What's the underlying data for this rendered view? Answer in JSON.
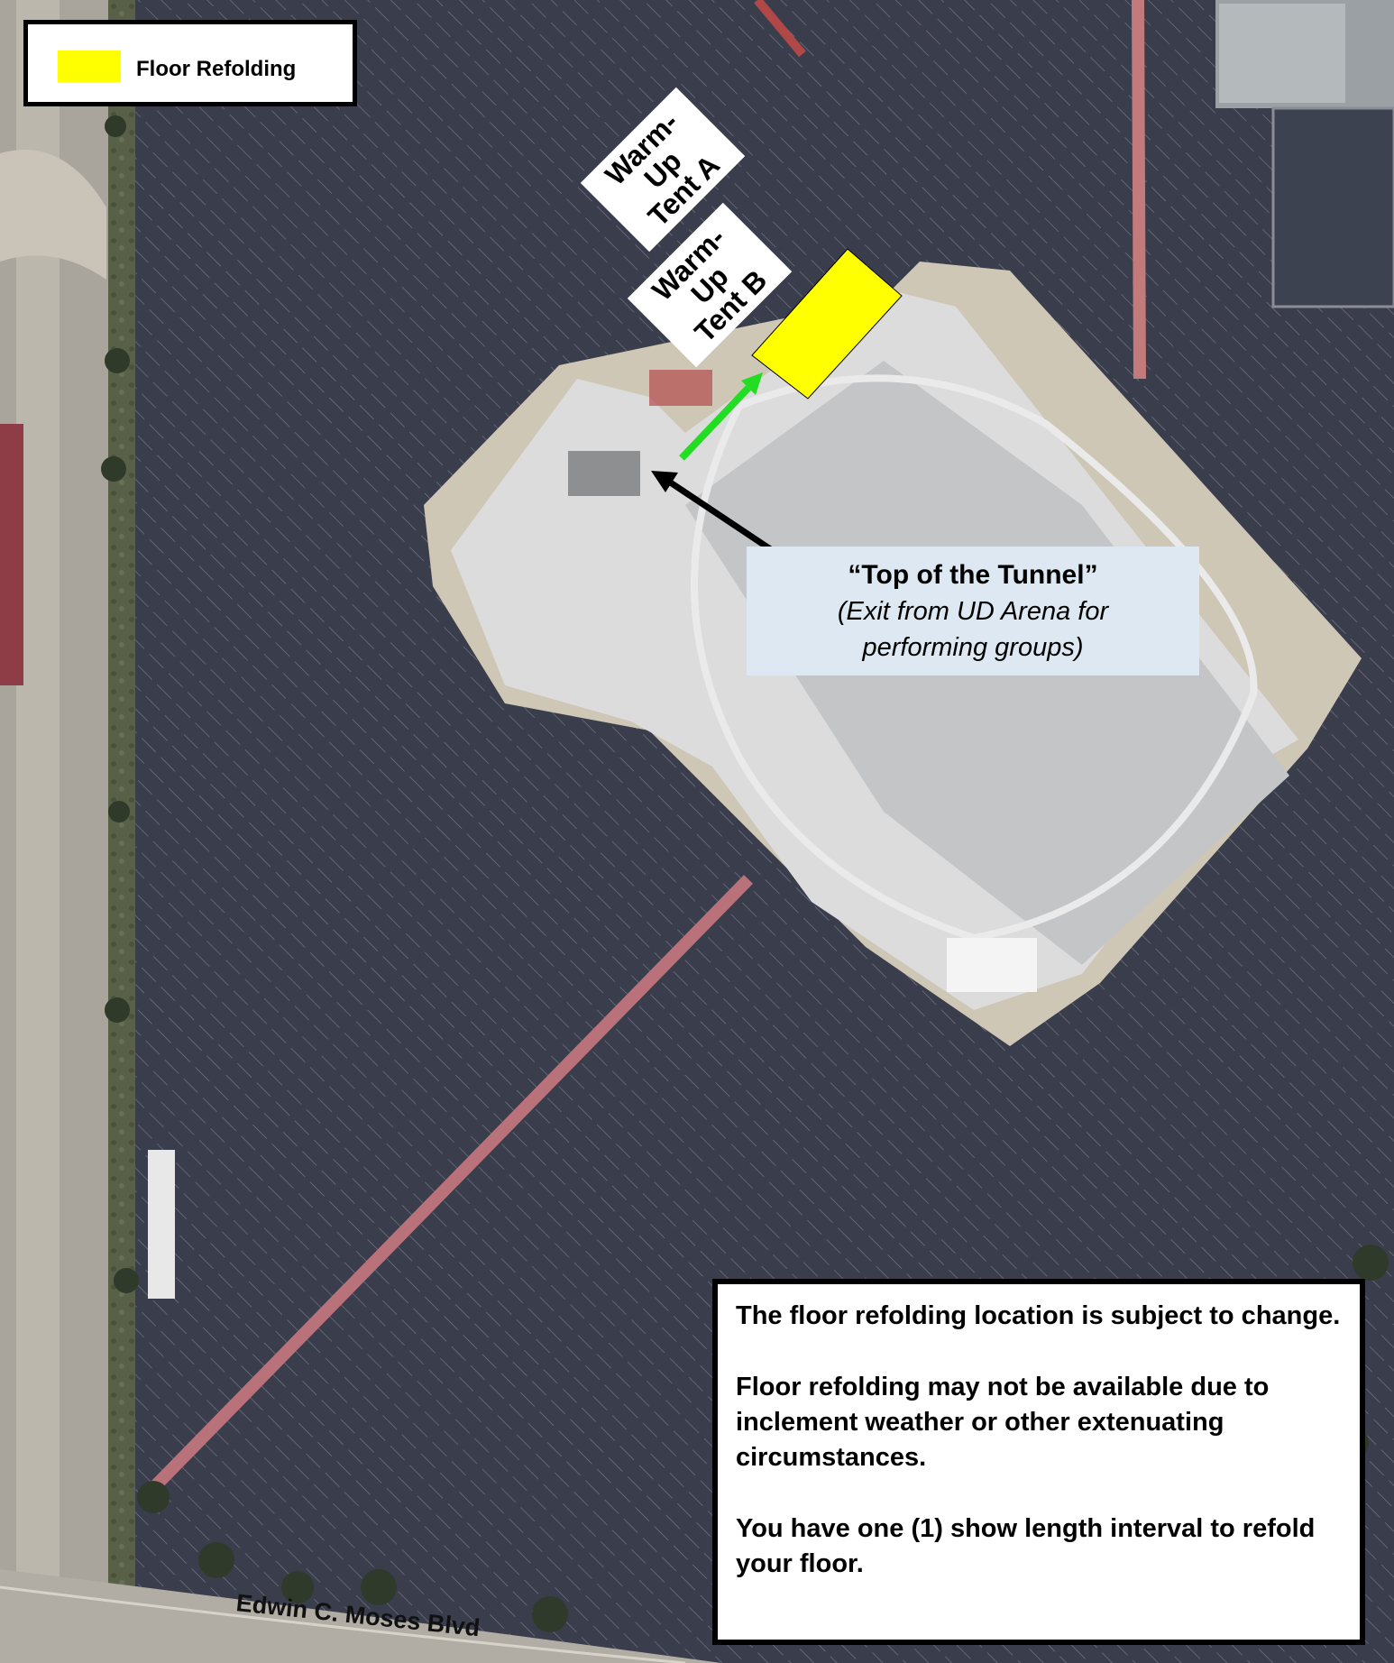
{
  "legend": {
    "swatch_color": "#ffff00",
    "label": "Floor Refolding"
  },
  "tents": [
    {
      "line1": "Warm-Up",
      "line2": "Tent A"
    },
    {
      "line1": "Warm-Up",
      "line2": "Tent B"
    }
  ],
  "tunnel": {
    "title": "“Top of the Tunnel”",
    "subtitle_line1": "(Exit from UD Arena for",
    "subtitle_line2": "performing groups)"
  },
  "notes": [
    "The floor refolding location is subject to change.",
    "Floor refolding may not be available due to inclement weather or other extenuating circumstances.",
    "You have one (1) show length interval to refold your floor."
  ],
  "street": {
    "label": "Edwin C. Moses Blvd"
  },
  "colors": {
    "refold_area": "#ffff00",
    "route_arrow": "#22dd22",
    "pointer_arrow": "#000000",
    "asphalt": "#3a3d4a",
    "walkway": "#c27a7a"
  },
  "icons": [
    "legend-swatch",
    "route-arrow-icon",
    "pointer-arrow-icon"
  ]
}
